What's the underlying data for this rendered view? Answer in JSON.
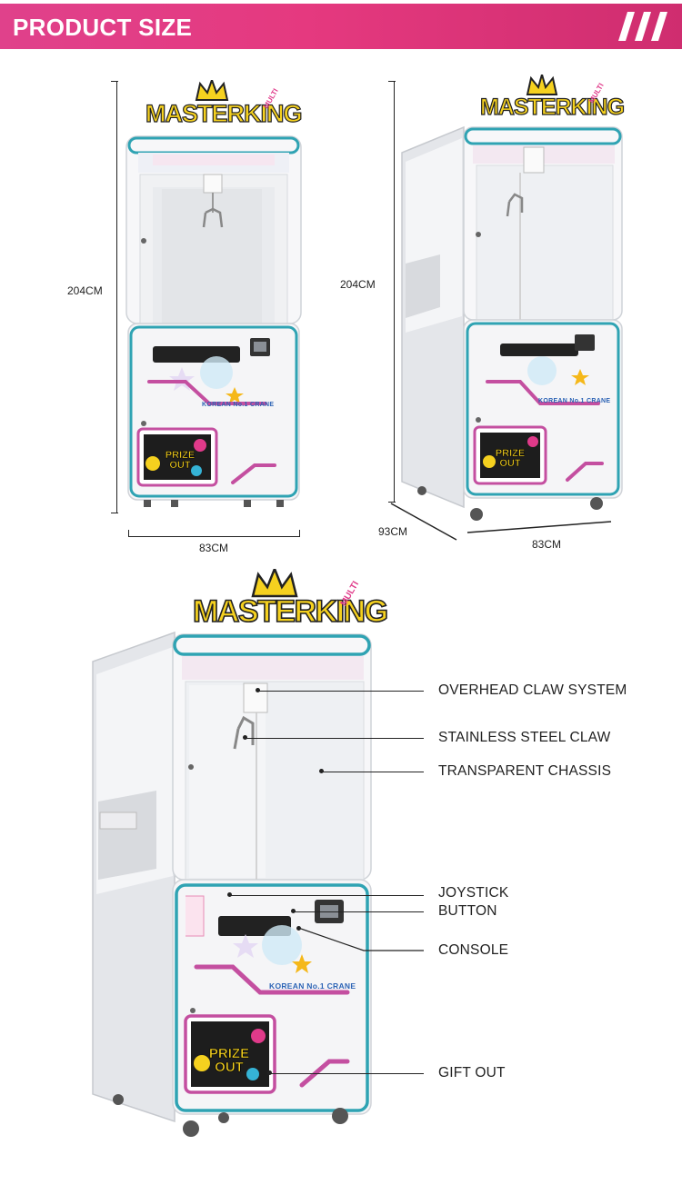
{
  "header": {
    "title": "PRODUCT SIZE",
    "slashes": "///"
  },
  "brand": {
    "logo_text": "MASTERKING",
    "logo_badge": "MULTI"
  },
  "cabinet": {
    "tagline": "KOREAN No.1 CRANE",
    "prize_label": "PRIZE OUT"
  },
  "dimensions": {
    "front_height": "204CM",
    "front_width": "83CM",
    "side_height": "204CM",
    "side_depth": "93CM",
    "side_width": "83CM"
  },
  "callouts": [
    {
      "label": "OVERHEAD CLAW SYSTEM"
    },
    {
      "label": "STAINLESS STEEL CLAW"
    },
    {
      "label": "TRANSPARENT CHASSIS"
    },
    {
      "label": "JOYSTICK"
    },
    {
      "label": "BUTTON"
    },
    {
      "label": "CONSOLE"
    },
    {
      "label": "GIFT OUT"
    }
  ],
  "colors": {
    "banner": "#e0418b",
    "trim_teal": "#2fa3b3",
    "accent_pink": "#d05aa6",
    "logo_yellow": "#f5d11f",
    "cabinet_white": "#f2f2f4"
  }
}
